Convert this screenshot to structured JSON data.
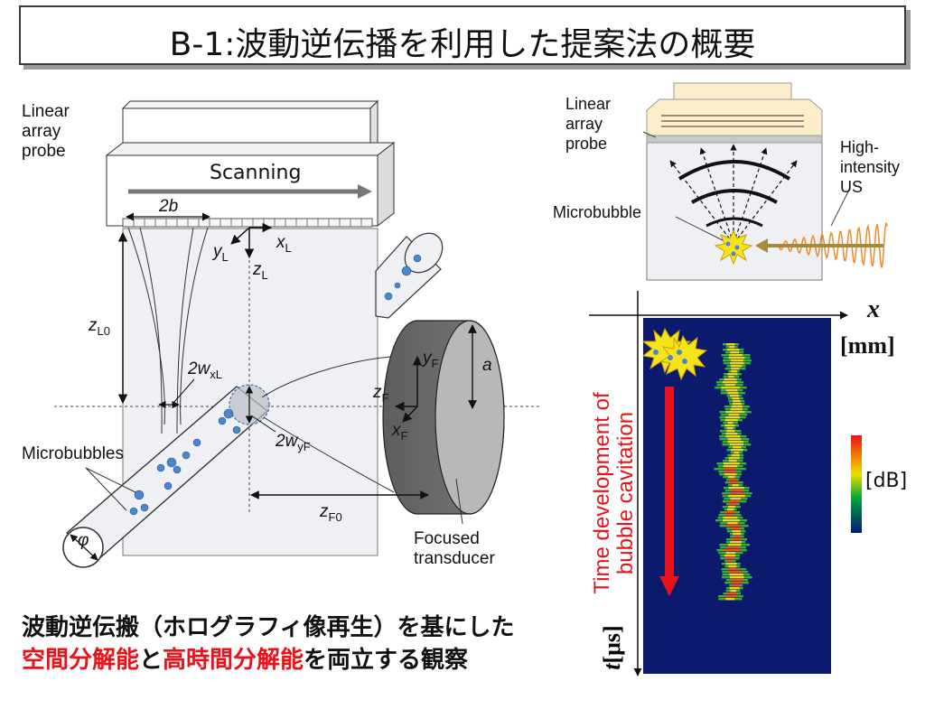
{
  "title": "B-1:波動逆伝播を利用した提案法の概要",
  "left_diagram": {
    "probe_label": [
      "Linear",
      "array",
      "probe"
    ],
    "scanning_label": "Scanning",
    "aperture_label": "2b",
    "axis_xL": "x_L",
    "axis_yL": "y_L",
    "axis_zL": "z_L",
    "depth_label": "z_L0",
    "beam_width_x": "2w_xL",
    "beam_width_y": "2w_yF",
    "axis_xF": "x_F",
    "axis_yF": "y_F",
    "axis_zF": "z_F",
    "radius_label": "a",
    "focal_distance": "z_F0",
    "microbubbles_label": "Microbubbles",
    "tube_diameter": "φ",
    "transducer_label": [
      "Focused",
      "transducer"
    ]
  },
  "right_diagram": {
    "probe_label": [
      "Linear",
      "array",
      "probe"
    ],
    "us_label": [
      "High-",
      "intensity",
      "US"
    ],
    "microbubble_label": "Microbubble"
  },
  "image_panel": {
    "x_axis": "x",
    "x_unit": "[mm]",
    "t_axis": "t",
    "t_unit": "[μs]",
    "vertical_label": [
      "Time development of",
      "bubble cavitation"
    ],
    "colorbar_unit": "[dB]"
  },
  "caption": {
    "line1": "波動逆伝搬（ホログラフィ像再生）を基にした",
    "line2_red1": "空間分解能",
    "line2_mid": "と",
    "line2_red2": "高時間分解能",
    "line2_end": "を両立する観察"
  },
  "colors": {
    "accent_red": "#e8121b",
    "image_background": "#0c1a6e",
    "bubble_blue": "#4a86c8"
  }
}
